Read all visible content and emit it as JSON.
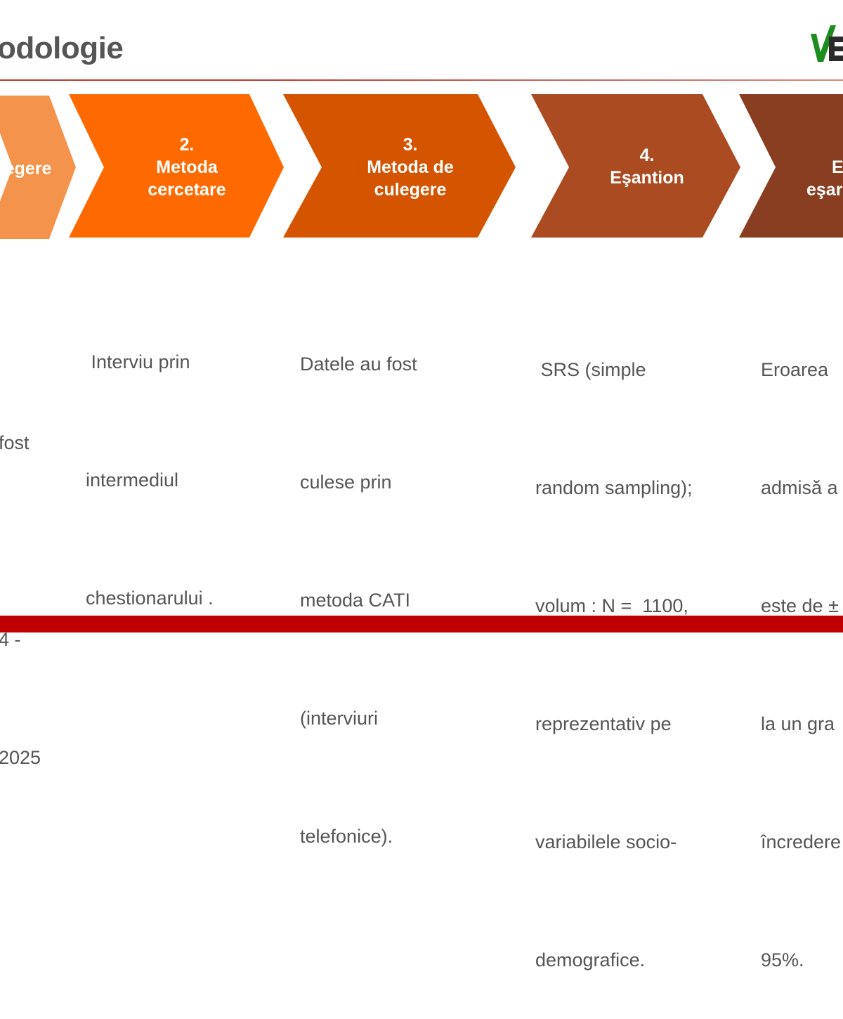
{
  "slide": {
    "title": "odologie",
    "logo_text": "Ve",
    "colors": {
      "accent_red": "#c00000",
      "step1": "#f4934b",
      "step2": "#ff6a00",
      "step3": "#d55400",
      "step4": "#aa4b22",
      "step5": "#8a3e21",
      "logo_green": "#1e8c1e",
      "logo_dark": "#2b2b2b"
    }
  },
  "steps": [
    {
      "lines": [
        "egere"
      ],
      "desc": [
        "",
        "fost",
        "",
        "4 -",
        "2025"
      ]
    },
    {
      "lines": [
        "2.",
        "Metoda",
        "cercetare"
      ],
      "desc": [
        " Interviu prin",
        "intermediul",
        "chestionarului ."
      ]
    },
    {
      "lines": [
        "3.",
        "Metoda de",
        "culegere"
      ],
      "desc": [
        "Datele au fost",
        "culese prin",
        "metoda CATI",
        "(interviuri",
        "telefonice)."
      ]
    },
    {
      "lines": [
        "4.",
        "Eşantion"
      ],
      "desc": [
        " SRS (simple",
        "random sampling);",
        "volum : N =  1100,",
        "reprezentativ pe",
        "variabilele socio-",
        "demografice."
      ]
    },
    {
      "lines": [
        "E",
        "eşar"
      ],
      "desc": [
        "Eroarea",
        "admisă a",
        "este de ±",
        "la un gra",
        "încredere",
        "95%."
      ]
    }
  ]
}
